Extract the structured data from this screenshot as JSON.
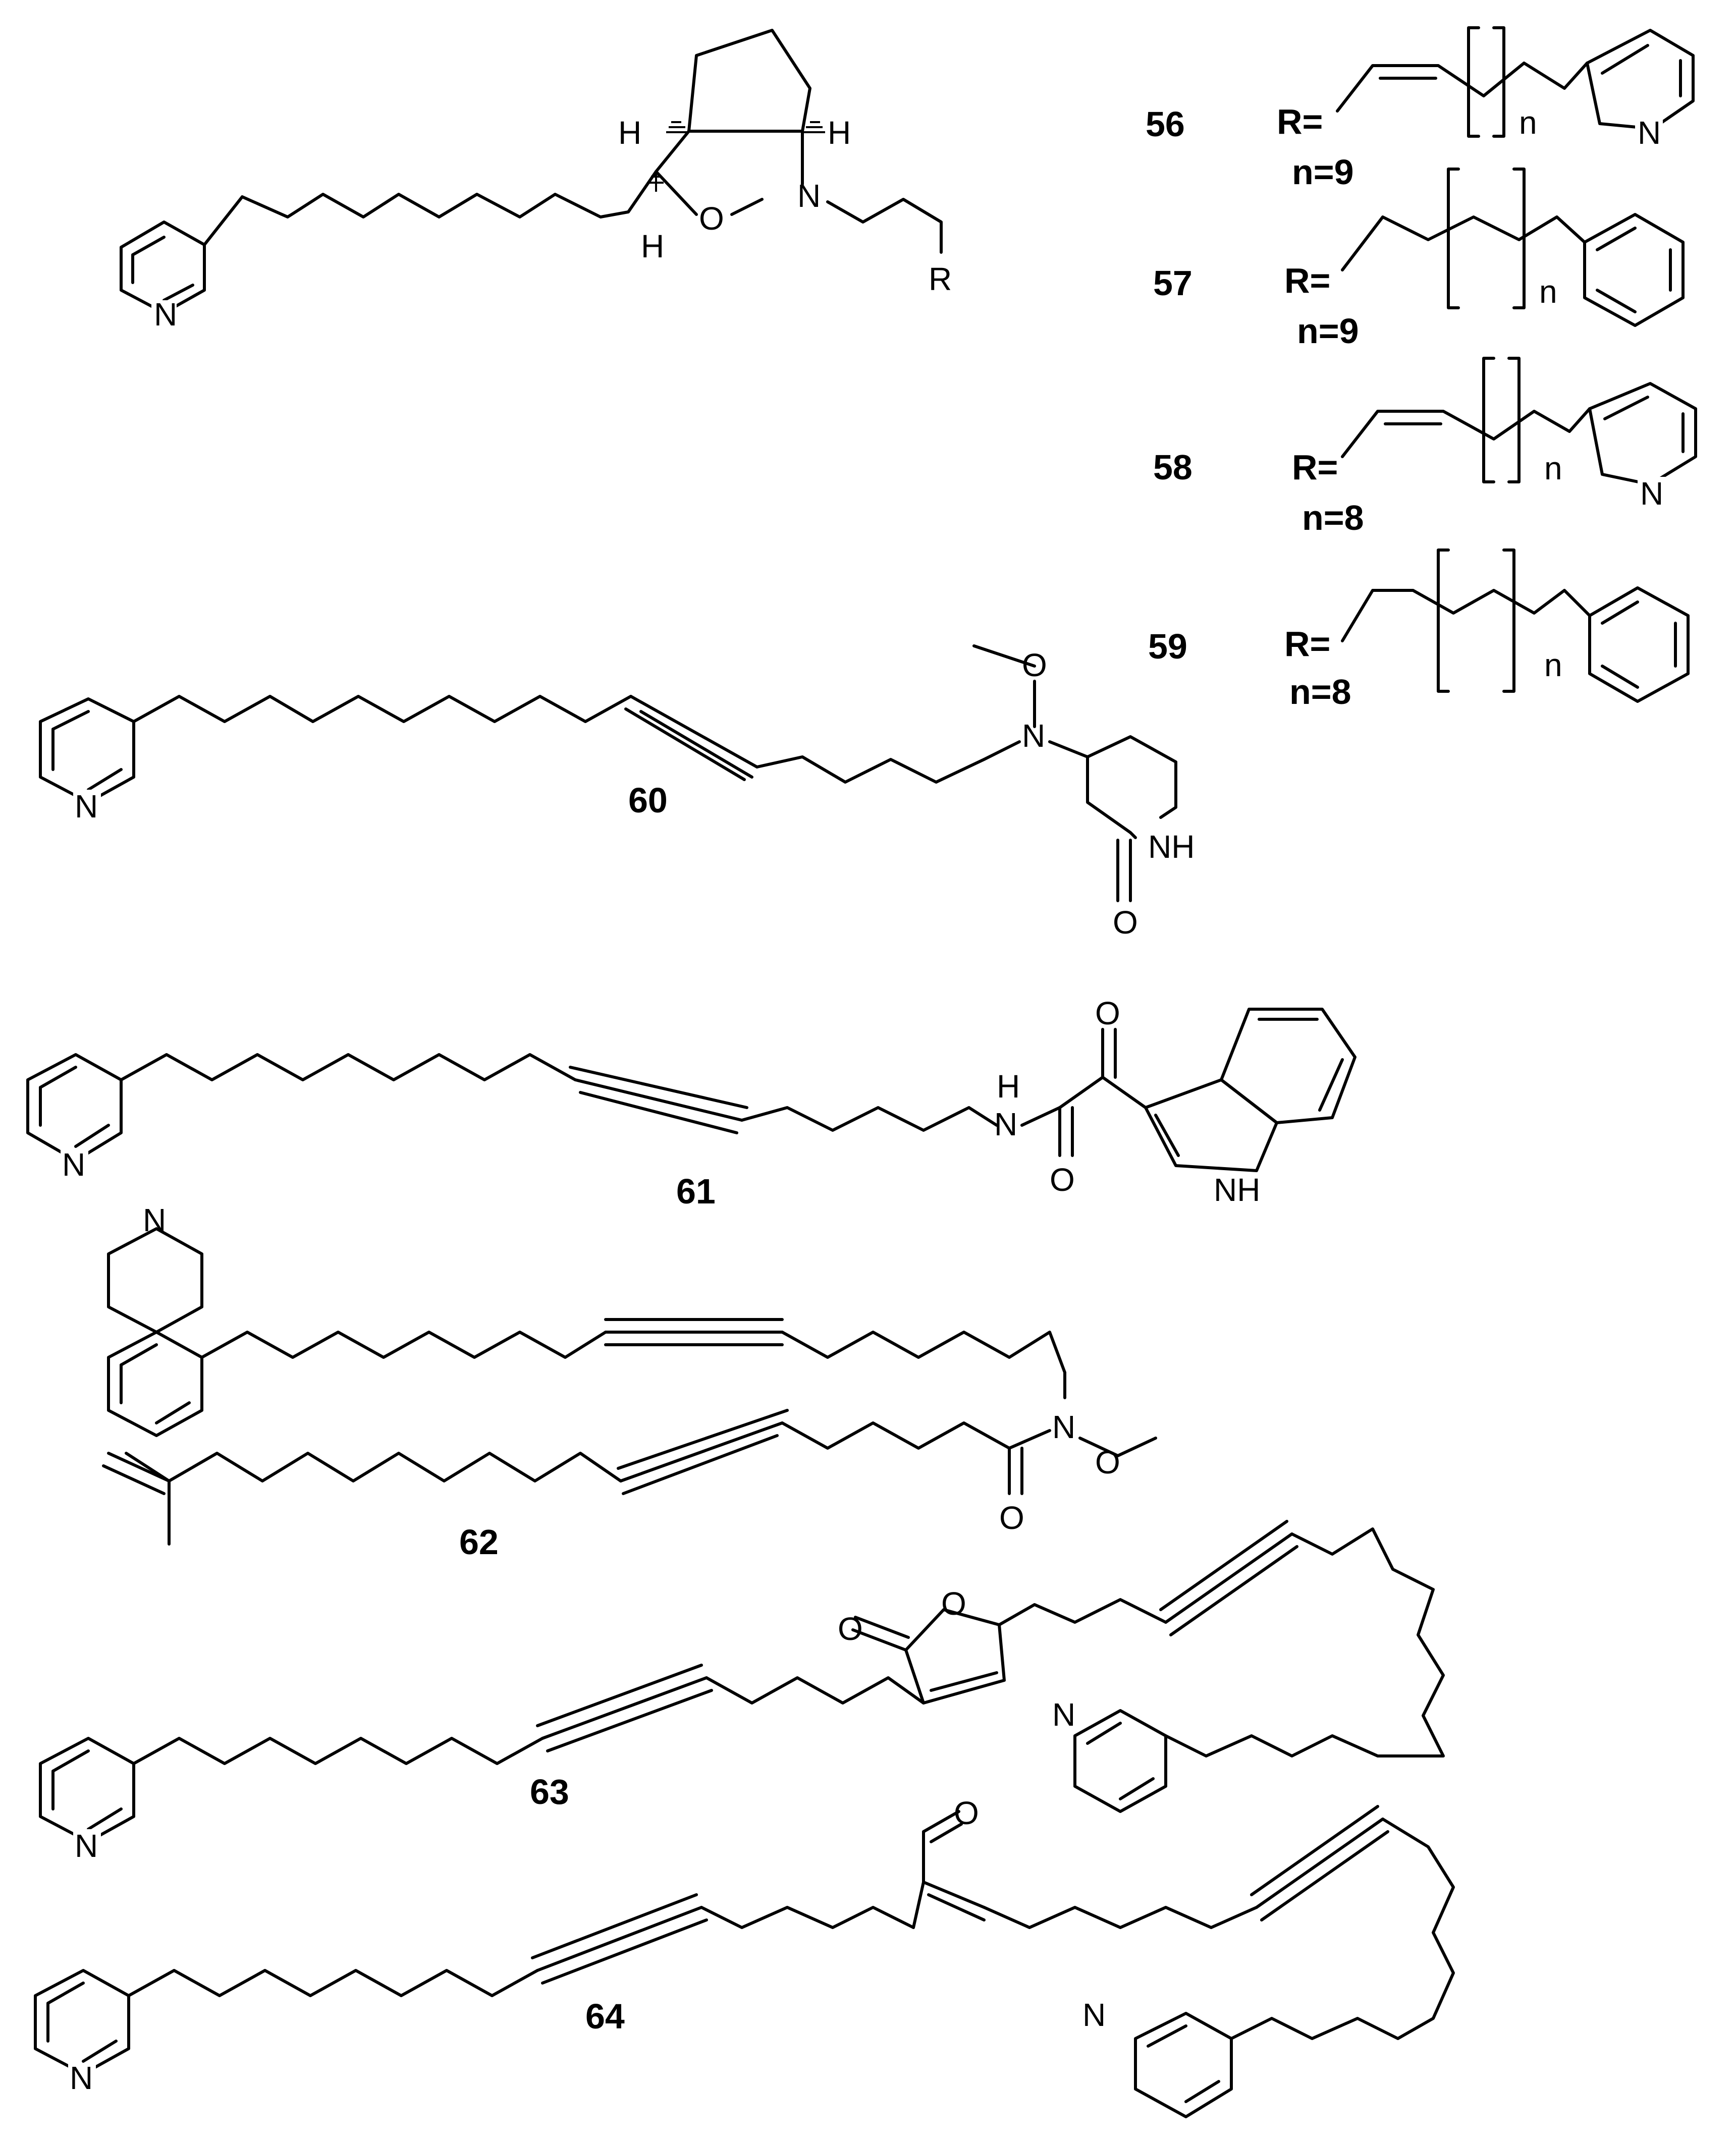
{
  "atoms": {
    "N": "N",
    "O": "O",
    "H": "H",
    "R": "R",
    "NH": "NH",
    "n": "n"
  },
  "compounds": [
    {
      "id": "56",
      "r_label": "R=",
      "n_label": "n=9"
    },
    {
      "id": "57",
      "r_label": "R=",
      "n_label": "n=9"
    },
    {
      "id": "58",
      "r_label": "R=",
      "n_label": "n=8"
    },
    {
      "id": "59",
      "r_label": "R=",
      "n_label": "n=8"
    },
    {
      "id": "60"
    },
    {
      "id": "61"
    },
    {
      "id": "62"
    },
    {
      "id": "63"
    },
    {
      "id": "64"
    }
  ]
}
